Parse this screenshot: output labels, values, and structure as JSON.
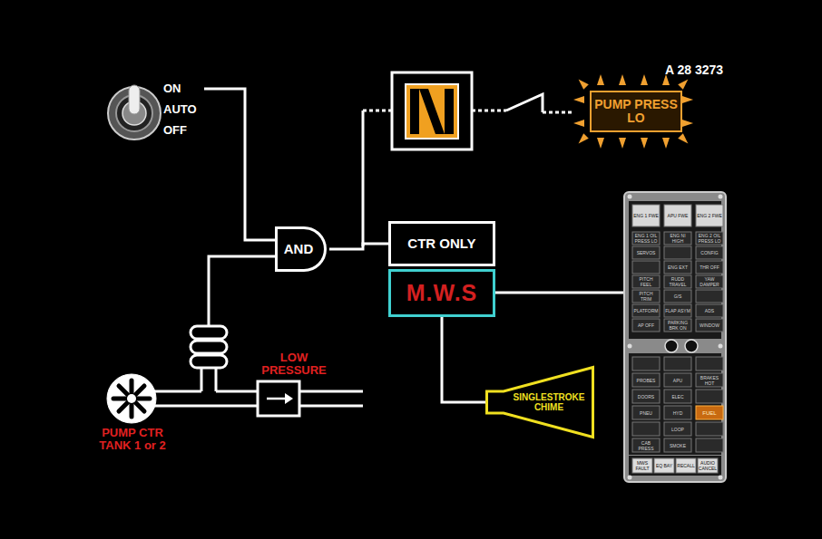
{
  "diagram": {
    "nodes": [
      {
        "text": [
          "PUMP PRESS LO"
        ]
      },
      {
        "text": [
          "AND"
        ]
      },
      {
        "text": [
          "CTR ONLY"
        ]
      },
      {
        "text": [
          "M.W.S"
        ]
      },
      {
        "text": [
          "SINGLESTROKE CHIME"
        ]
      }
    ],
    "edges": [
      {
        "from": 1,
        "to": 2,
        "arrow": "none"
      },
      {
        "from": 3,
        "to": 4,
        "arrow": "none"
      }
    ],
    "labels": [
      "A 28 3273",
      "ON",
      "AUTO",
      "OFF",
      "LOW PRESSURE",
      "PUMP CTR TANK 1 or 2",
      "ENG 1 FWE",
      "APU FWE",
      "ENG 2 FWE",
      "ENG 1 OIL PRESS LO",
      "ENG NI HIGH",
      "ENG 2 OIL PRESS LO",
      "SERVOS",
      "CONFIG",
      "ENG EXT",
      "THR OFF",
      "PITCH FEEL",
      "RUDD TRAVEL",
      "YAW DAMPER",
      "PITCH TRIM",
      "G/S",
      "PLATFORM",
      "FLAP ASYM",
      "ADS",
      "AP OFF",
      "PARKING BRK ON",
      "WINDOW",
      "PROBES",
      "APU",
      "BRAKES HOT",
      "DOORS",
      "ELEC",
      "PNEU",
      "HYD",
      "FUEL",
      "LOOP",
      "CAB PRESS",
      "SMOKE",
      "MWS FAULT",
      "EQ BAY",
      "RECALL",
      "AUDIO CANCEL"
    ]
  }
}
